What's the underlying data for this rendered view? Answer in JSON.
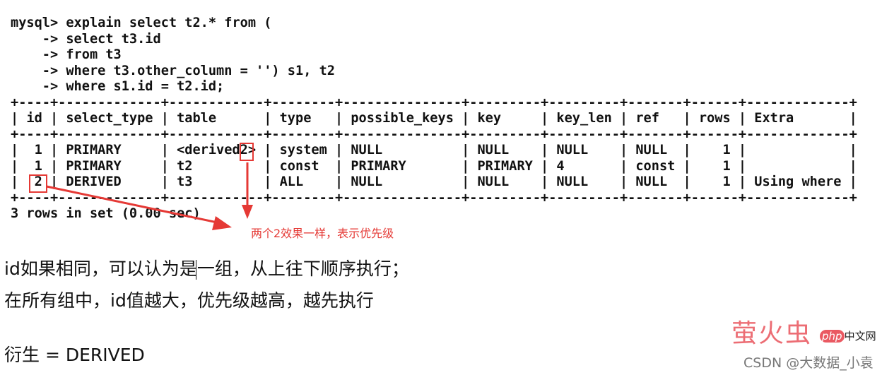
{
  "terminal": {
    "lines": [
      "mysql> explain select t2.* from (",
      "    -> select t3.id",
      "    -> from t3",
      "    -> where t3.other_column = '') s1, t2",
      "    -> where s1.id = t2.id;",
      "+----+-------------+------------+--------+---------------+---------+---------+-------+------+-------------+",
      "| id | select_type | table      | type   | possible_keys | key     | key_len | ref   | rows | Extra       |",
      "+----+-------------+------------+--------+---------------+---------+---------+-------+------+-------------+",
      "|  1 | PRIMARY     | <derived2> | system | NULL          | NULL    | NULL    | NULL  |    1 |             |",
      "|  1 | PRIMARY     | t2         | const  | PRIMARY       | PRIMARY | 4       | const |    1 |             |",
      "|  2 | DERIVED     | t3         | ALL    | NULL          | NULL    | NULL    | NULL  |    1 | Using where |",
      "+----+-------------+------------+--------+---------------+---------+---------+-------+------+-------------+",
      "3 rows in set (0.00 sec)"
    ]
  },
  "annotation": {
    "caption": "两个2效果一样，表示优先级",
    "color": "#e53935"
  },
  "notes": {
    "line1": "id如果相同，可以认为是一组，从上往下顺序执行；",
    "line2": "在所有组中，id值越大，优先级越高，越先执行",
    "line3": "衍生 = DERIVED"
  },
  "watermark": {
    "logo": "萤火虫",
    "php": "php",
    "site": "中文网",
    "csdn": "CSDN @大数据_小袁"
  }
}
